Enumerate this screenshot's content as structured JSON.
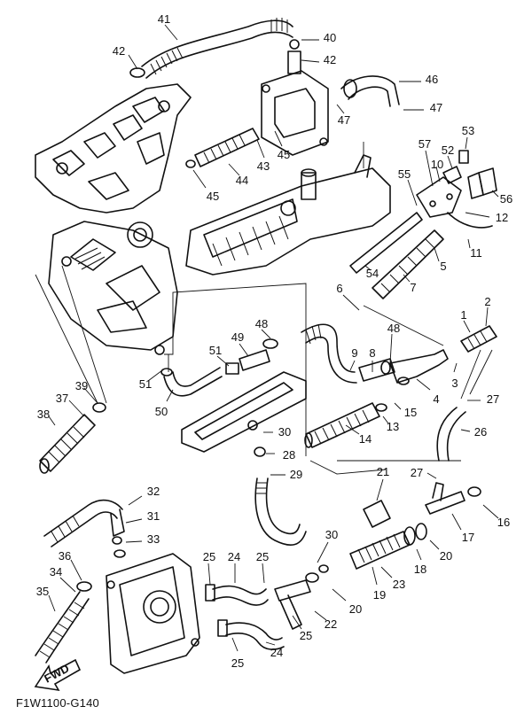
{
  "diagram": {
    "code": "F1W1100-G140",
    "direction_arrow": "FWD",
    "callouts": [
      "41",
      "40",
      "42",
      "42",
      "46",
      "47",
      "47",
      "45",
      "43",
      "44",
      "45",
      "53",
      "57",
      "52",
      "10",
      "55",
      "56",
      "12",
      "11",
      "54",
      "5",
      "7",
      "6",
      "1",
      "2",
      "48",
      "49",
      "51",
      "51",
      "50",
      "9",
      "8",
      "48",
      "3",
      "4",
      "27",
      "15",
      "13",
      "14",
      "26",
      "30",
      "28",
      "29",
      "27",
      "21",
      "16",
      "17",
      "18",
      "20",
      "19",
      "23",
      "32",
      "31",
      "33",
      "36",
      "34",
      "35",
      "25",
      "24",
      "25",
      "30",
      "22",
      "20",
      "25",
      "25",
      "24",
      "37",
      "39",
      "38"
    ]
  }
}
